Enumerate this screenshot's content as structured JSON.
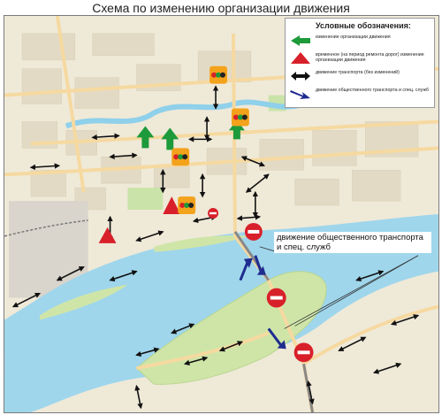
{
  "title": "Схема по изменению организации движения",
  "legend": {
    "title": "Условные обозначения:",
    "items": [
      {
        "icon": "green-arrow-icon",
        "color": "#1d9a3a",
        "text": "изменение организации движения"
      },
      {
        "icon": "red-arrow-icon",
        "color": "#d8202a",
        "text": "временное (на период ремонта дорог) изменение организации движения"
      },
      {
        "icon": "black-double-arrow-icon",
        "color": "#111111",
        "text": "движение транспорта (без изменений)"
      },
      {
        "icon": "blue-arrow-icon",
        "color": "#1f2c8f",
        "text": "движение общественного транспорта и спец. служб"
      }
    ]
  },
  "callout": "движение общественного транспорта и спец. служб",
  "colors": {
    "river": "#9fd6ec",
    "land": "#efe9d8",
    "road": "#f6d9a0",
    "park": "#c9e3a9",
    "no_entry": "#d8202a",
    "traffic_light_body": "#f3a21b"
  }
}
